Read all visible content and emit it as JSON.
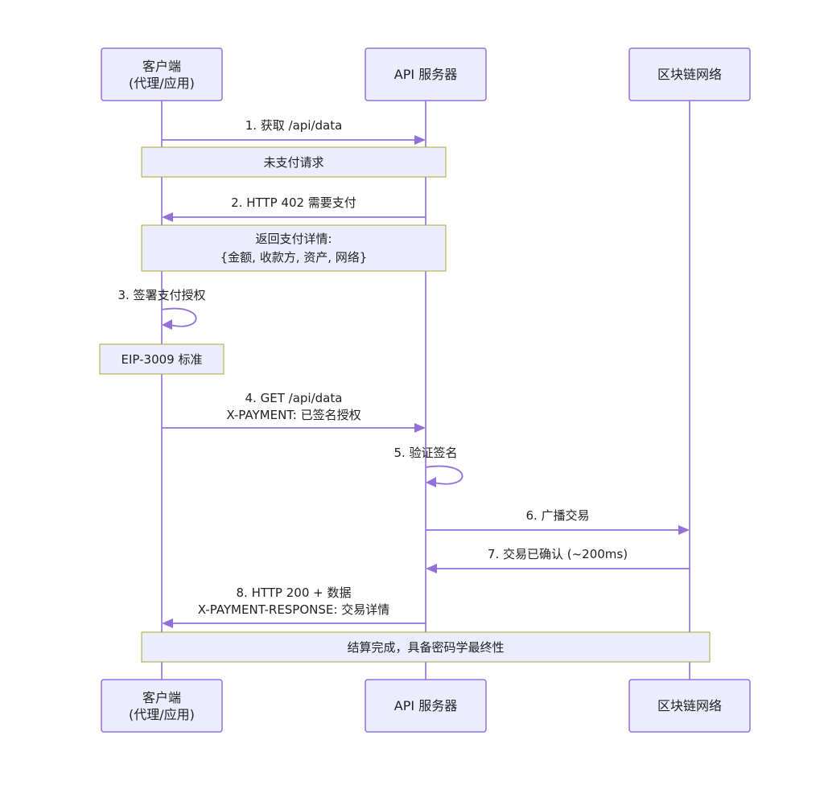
{
  "participants": [
    {
      "id": "client",
      "lines": [
        "客户端",
        "(代理/应用)"
      ]
    },
    {
      "id": "server",
      "lines": [
        "API 服务器"
      ]
    },
    {
      "id": "chain",
      "lines": [
        "区块链网络"
      ]
    }
  ],
  "messages": [
    {
      "id": "m1",
      "lines": [
        "1. 获取 /api/data"
      ]
    },
    {
      "id": "m2",
      "lines": [
        "2. HTTP 402 需要支付"
      ]
    },
    {
      "id": "m3",
      "lines": [
        "3. 签署支付授权"
      ]
    },
    {
      "id": "m4",
      "lines": [
        "4. GET /api/data",
        "X-PAYMENT: 已签名授权"
      ]
    },
    {
      "id": "m5",
      "lines": [
        "5. 验证签名"
      ]
    },
    {
      "id": "m6",
      "lines": [
        "6. 广播交易"
      ]
    },
    {
      "id": "m7",
      "lines": [
        "7. 交易已确认 (~200ms)"
      ]
    },
    {
      "id": "m8",
      "lines": [
        "8. HTTP 200 + 数据",
        "X-PAYMENT-RESPONSE: 交易详情"
      ]
    }
  ],
  "notes": [
    {
      "id": "n1",
      "lines": [
        "未支付请求"
      ]
    },
    {
      "id": "n2",
      "lines": [
        "返回支付详情:",
        "{金额, 收款方, 资产, 网络}"
      ]
    },
    {
      "id": "n3",
      "lines": [
        "EIP-3009 标准"
      ]
    },
    {
      "id": "n4",
      "lines": [
        "结算完成，具备密码学最终性"
      ]
    }
  ],
  "colors": {
    "line": "#9370DB",
    "box_fill": "#ECECFF",
    "note_border": "#AAAA33",
    "text": "#222222"
  }
}
